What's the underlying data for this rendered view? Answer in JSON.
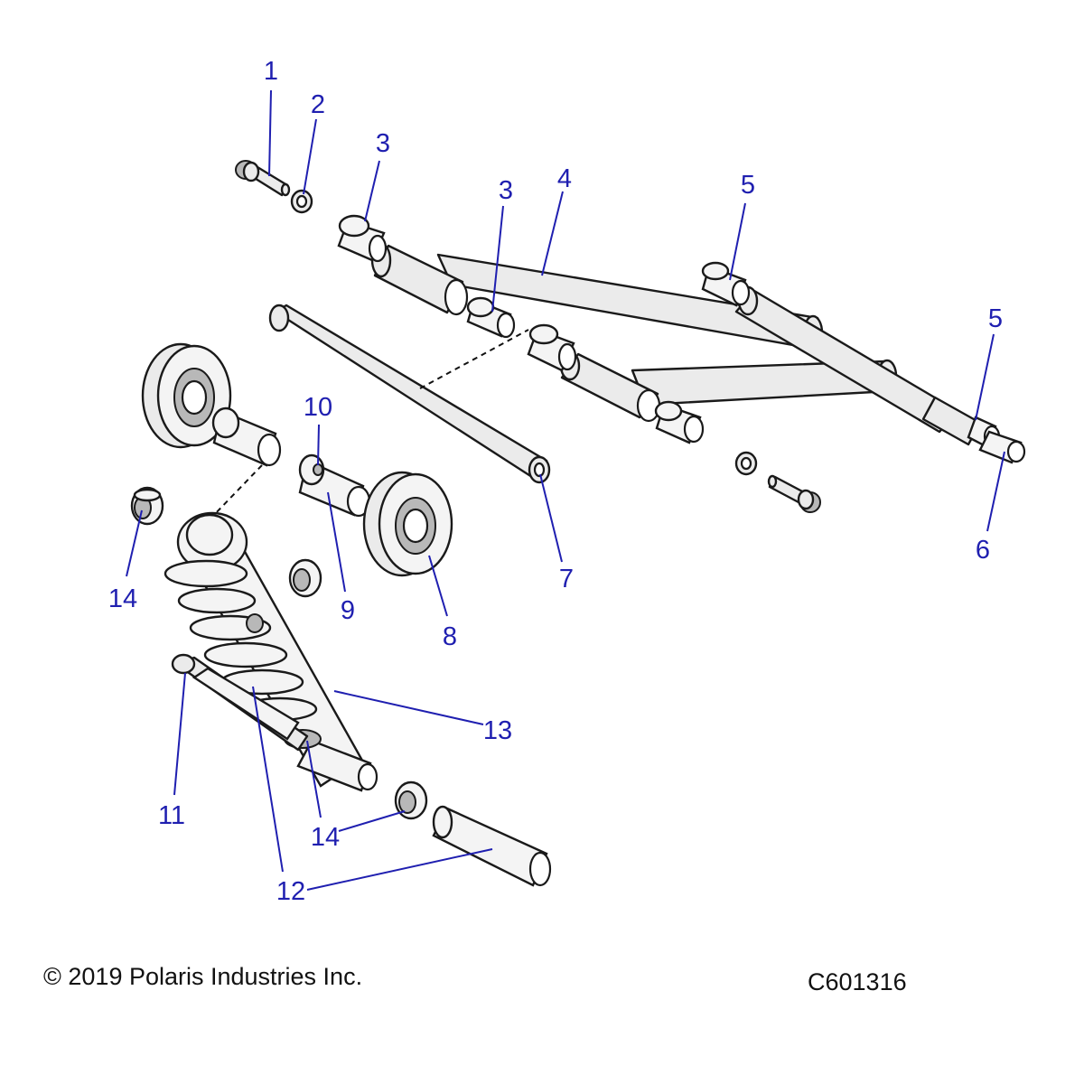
{
  "diagram": {
    "callouts": [
      "1",
      "2",
      "3",
      "3",
      "4",
      "5",
      "5",
      "6",
      "7",
      "8",
      "9",
      "10",
      "11",
      "12",
      "12",
      "13",
      "14",
      "14"
    ]
  },
  "footer": {
    "copyright": "© 2019 Polaris Industries Inc.",
    "drawing_number": "C601316"
  }
}
